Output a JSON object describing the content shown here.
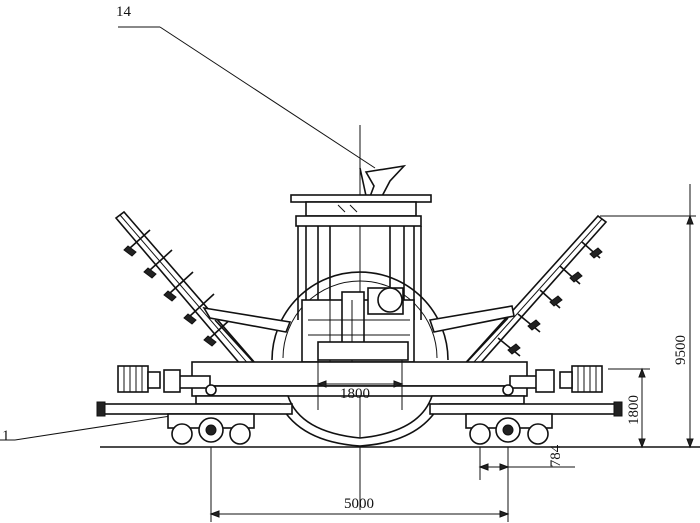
{
  "labels": {
    "part_14": "14",
    "part_1": "1",
    "dim_1800_h": "1800",
    "dim_1800_v": "1800",
    "dim_9500": "9500",
    "dim_784": "784",
    "dim_5000": "5000"
  }
}
